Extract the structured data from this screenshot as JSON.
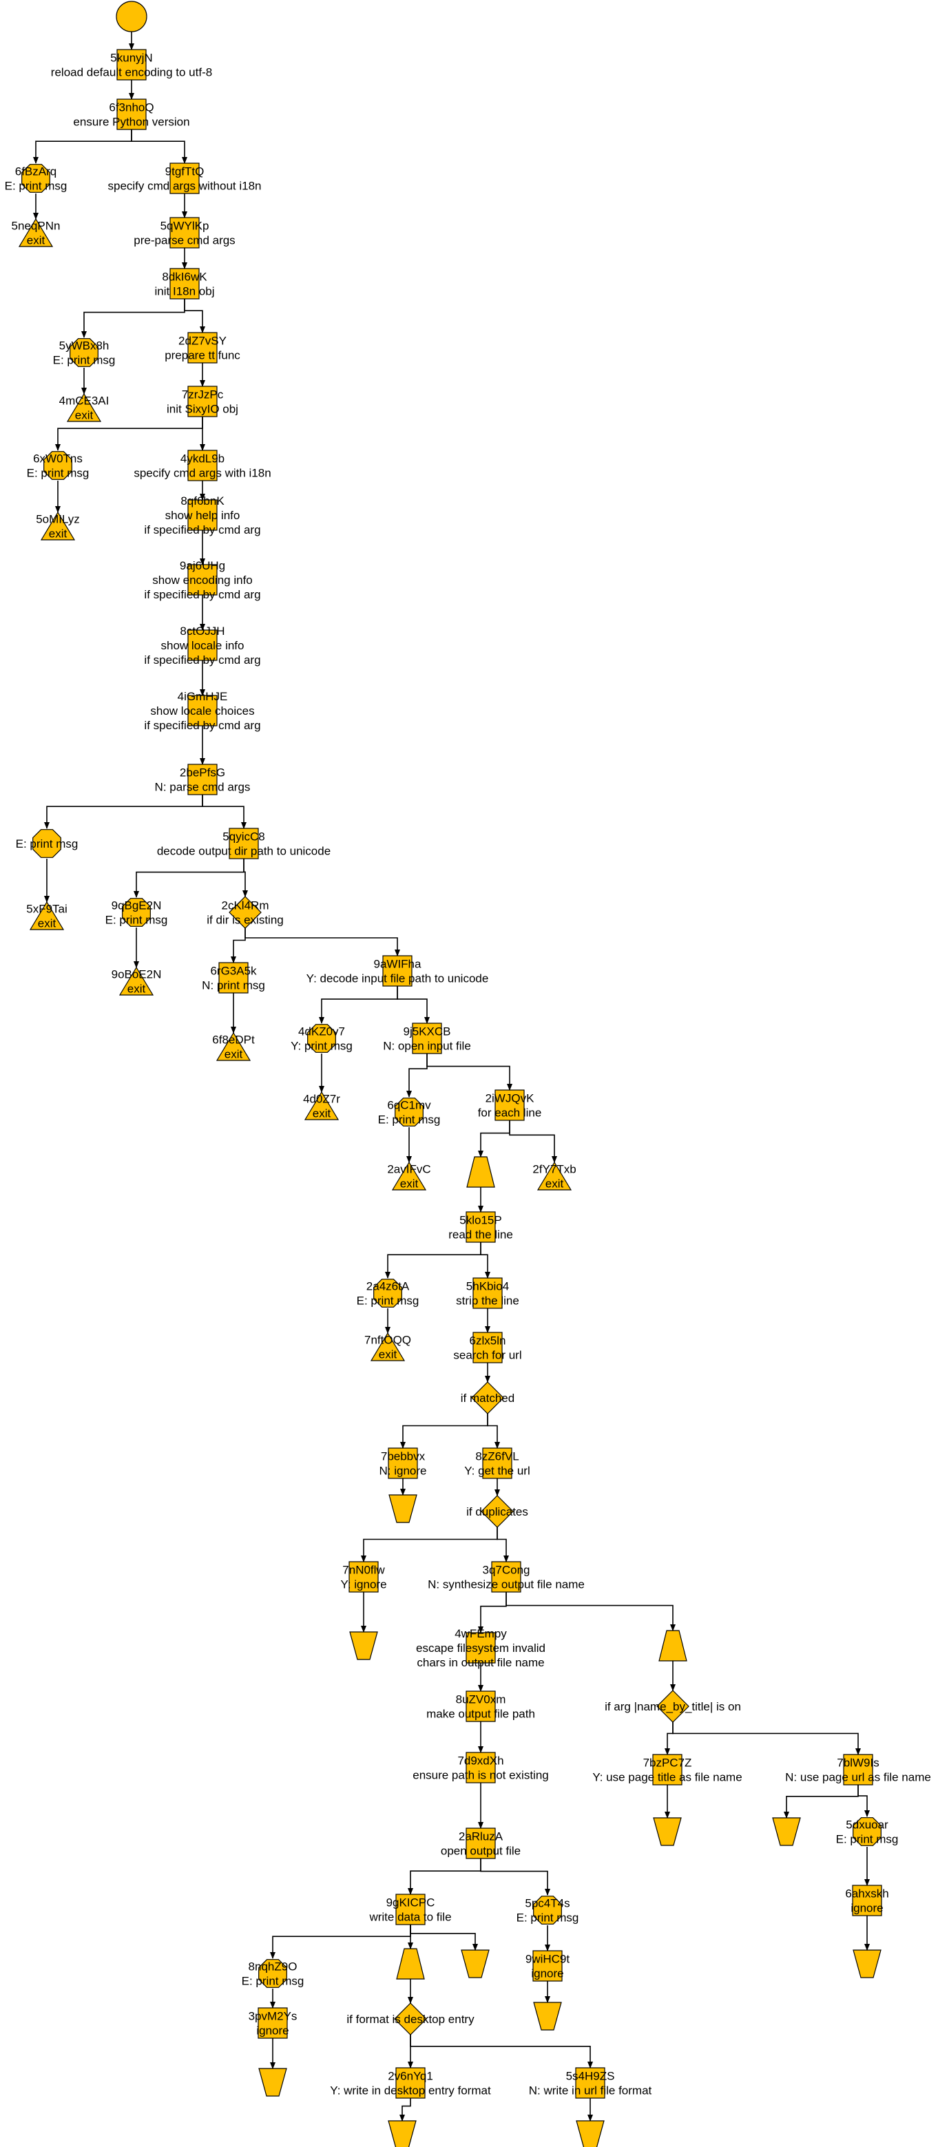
{
  "nodes": [
    {
      "id": "start",
      "shape": "circle",
      "lines": []
    },
    {
      "id": "n1",
      "shape": "rect",
      "lines": [
        "5kunyjN",
        "reload default encoding to utf-8"
      ]
    },
    {
      "id": "n2",
      "shape": "rect",
      "lines": [
        "6f3nhoQ",
        "ensure Python version"
      ]
    },
    {
      "id": "n3",
      "shape": "octagon",
      "lines": [
        "6fBzArq",
        "E: print msg"
      ]
    },
    {
      "id": "n4",
      "shape": "triangle",
      "lines": [
        "5neqPNn",
        "exit"
      ]
    },
    {
      "id": "n5",
      "shape": "rect",
      "lines": [
        "9tgfTtQ",
        "specify cmd args without i18n"
      ]
    },
    {
      "id": "n6",
      "shape": "rect",
      "lines": [
        "5qWYlKp",
        "pre-parse cmd args"
      ]
    },
    {
      "id": "n7",
      "shape": "rect",
      "lines": [
        "8dkI6wK",
        "init I18n obj"
      ]
    },
    {
      "id": "n8",
      "shape": "octagon",
      "lines": [
        "5yWBx8h",
        "E: print msg"
      ]
    },
    {
      "id": "n9",
      "shape": "triangle",
      "lines": [
        "4mCE3AI",
        "exit"
      ]
    },
    {
      "id": "n10",
      "shape": "rect",
      "lines": [
        "2dZ7vSY",
        "prepare tt func"
      ]
    },
    {
      "id": "n11",
      "shape": "rect",
      "lines": [
        "7zrJzPc",
        "init SixyIO obj"
      ]
    },
    {
      "id": "n12",
      "shape": "octagon",
      "lines": [
        "6xW0Tns",
        "E: print msg"
      ]
    },
    {
      "id": "n13",
      "shape": "triangle",
      "lines": [
        "5oMILyz",
        "exit"
      ]
    },
    {
      "id": "n14",
      "shape": "rect",
      "lines": [
        "4ykdL9b",
        "specify cmd args with i18n"
      ]
    },
    {
      "id": "n15",
      "shape": "rect",
      "lines": [
        "8qf6bnK",
        "show help info",
        "if specified by cmd arg"
      ]
    },
    {
      "id": "n16",
      "shape": "rect",
      "lines": [
        "9aj6UHg",
        "show encoding info",
        "if specified by cmd arg"
      ]
    },
    {
      "id": "n17",
      "shape": "rect",
      "lines": [
        "8ctOJJH",
        "show locale info",
        "if specified by cmd arg"
      ]
    },
    {
      "id": "n18",
      "shape": "rect",
      "lines": [
        "4iGmHJE",
        "show locale choices",
        "if specified by cmd arg"
      ]
    },
    {
      "id": "n19",
      "shape": "rect",
      "lines": [
        "2bePfsG",
        "N: parse cmd args"
      ]
    },
    {
      "id": "n20",
      "shape": "octagon",
      "lines": [
        "E: print msg"
      ]
    },
    {
      "id": "n21",
      "shape": "triangle",
      "lines": [
        "5xF9Tai",
        "exit"
      ]
    },
    {
      "id": "n22",
      "shape": "rect",
      "lines": [
        "5qyicC8",
        "decode output dir path to unicode"
      ]
    },
    {
      "id": "n23",
      "shape": "octagon",
      "lines": [
        "9qBgE2N",
        "E: print msg"
      ]
    },
    {
      "id": "n24",
      "shape": "triangle",
      "lines": [
        "9oBoE2N",
        "exit"
      ]
    },
    {
      "id": "n25",
      "shape": "diamond",
      "lines": [
        "2cKl4Rm",
        "if dir is existing"
      ]
    },
    {
      "id": "n26",
      "shape": "rect",
      "lines": [
        "6rG3A5k",
        "N: print msg"
      ]
    },
    {
      "id": "n27",
      "shape": "triangle",
      "lines": [
        "6f8eDPt",
        "exit"
      ]
    },
    {
      "id": "n28",
      "shape": "rect",
      "lines": [
        "9aWIFha",
        "Y: decode input file path to unicode"
      ]
    },
    {
      "id": "n29",
      "shape": "octagon",
      "lines": [
        "4dKZ0v7",
        "Y: print msg"
      ]
    },
    {
      "id": "n30",
      "shape": "triangle",
      "lines": [
        "4d0Z7r",
        "exit"
      ]
    },
    {
      "id": "n31",
      "shape": "rect",
      "lines": [
        "9j5KXCB",
        "N: open input file"
      ]
    },
    {
      "id": "n32",
      "shape": "octagon",
      "lines": [
        "6qC1mv",
        "E: print msg"
      ]
    },
    {
      "id": "n33",
      "shape": "triangle",
      "lines": [
        "2avIFvC",
        "exit"
      ]
    },
    {
      "id": "n34",
      "shape": "rect",
      "lines": [
        "2iWJQvK",
        "for each line"
      ]
    },
    {
      "id": "n35",
      "shape": "loopstart",
      "lines": []
    },
    {
      "id": "n36",
      "shape": "triangle",
      "lines": [
        "2fY7Txb",
        "exit"
      ]
    },
    {
      "id": "n37",
      "shape": "rect",
      "lines": [
        "5klo15P",
        "read the line"
      ]
    },
    {
      "id": "n38",
      "shape": "octagon",
      "lines": [
        "2a4z6tA",
        "E: print msg"
      ]
    },
    {
      "id": "n39",
      "shape": "triangle",
      "lines": [
        "7nftOQQ",
        "exit"
      ]
    },
    {
      "id": "n40",
      "shape": "rect",
      "lines": [
        "5hKbio4",
        "strip the line"
      ]
    },
    {
      "id": "n41",
      "shape": "rect",
      "lines": [
        "6zlx5ln",
        "search for url"
      ]
    },
    {
      "id": "n42",
      "shape": "diamond",
      "lines": [
        "if matched"
      ]
    },
    {
      "id": "n43",
      "shape": "rect",
      "lines": [
        "7bebbvx",
        "N: ignore"
      ]
    },
    {
      "id": "n44",
      "shape": "loopend",
      "lines": []
    },
    {
      "id": "n45",
      "shape": "rect",
      "lines": [
        "8zZ6fVL",
        "Y: get the url"
      ]
    },
    {
      "id": "n46",
      "shape": "diamond",
      "lines": [
        "if duplicates"
      ]
    },
    {
      "id": "n47",
      "shape": "rect",
      "lines": [
        "7nN0flw",
        "Y: ignore"
      ]
    },
    {
      "id": "n48",
      "shape": "loopend",
      "lines": []
    },
    {
      "id": "n49",
      "shape": "rect",
      "lines": [
        "3q7Cong",
        "N: synthesize output file name"
      ]
    },
    {
      "id": "n50",
      "shape": "rect",
      "lines": [
        "4wFEmpy",
        "escape filesystem invalid",
        "chars in output file name"
      ]
    },
    {
      "id": "n51",
      "shape": "loopstart",
      "lines": []
    },
    {
      "id": "n52",
      "shape": "diamond",
      "lines": [
        "if arg |name_by_title| is on"
      ]
    },
    {
      "id": "n53",
      "shape": "rect",
      "lines": [
        "8uZV0xm",
        "make output file path"
      ]
    },
    {
      "id": "n54",
      "shape": "rect",
      "lines": [
        "7d9xdXh",
        "ensure path is not existing"
      ]
    },
    {
      "id": "n55",
      "shape": "rect",
      "lines": [
        "7bzPC7Z",
        "Y: use page title as file name"
      ]
    },
    {
      "id": "n56",
      "shape": "loopend",
      "lines": []
    },
    {
      "id": "n57",
      "shape": "rect",
      "lines": [
        "7blW9Is",
        "N: use page url as file name"
      ]
    },
    {
      "id": "n58",
      "shape": "loopend",
      "lines": []
    },
    {
      "id": "n59",
      "shape": "octagon",
      "lines": [
        "5dxuoar",
        "E: print msg"
      ]
    },
    {
      "id": "n60",
      "shape": "rect",
      "lines": [
        "2aRluzA",
        "open output file"
      ]
    },
    {
      "id": "n61",
      "shape": "rect",
      "lines": [
        "6ahxskh",
        "ignore"
      ]
    },
    {
      "id": "n62",
      "shape": "loopend",
      "lines": []
    },
    {
      "id": "n63",
      "shape": "rect",
      "lines": [
        "9gKICPC",
        "write data to file"
      ]
    },
    {
      "id": "n64",
      "shape": "octagon",
      "lines": [
        "5pc4T4s",
        "E: print msg"
      ]
    },
    {
      "id": "n65",
      "shape": "octagon",
      "lines": [
        "8nqhZ9O",
        "E: print msg"
      ]
    },
    {
      "id": "n66",
      "shape": "loopstart",
      "lines": []
    },
    {
      "id": "n67",
      "shape": "loopend",
      "lines": []
    },
    {
      "id": "n68",
      "shape": "rect",
      "lines": [
        "9wiHC9t",
        "ignore"
      ]
    },
    {
      "id": "n69",
      "shape": "rect",
      "lines": [
        "3pvM2Ys",
        "ignore"
      ]
    },
    {
      "id": "n70",
      "shape": "diamond",
      "lines": [
        "if format is desktop entry"
      ]
    },
    {
      "id": "n71",
      "shape": "loopend",
      "lines": []
    },
    {
      "id": "n72",
      "shape": "loopend",
      "lines": []
    },
    {
      "id": "n73",
      "shape": "rect",
      "lines": [
        "2v6nYq1",
        "Y: write in desktop entry format"
      ]
    },
    {
      "id": "n74",
      "shape": "rect",
      "lines": [
        "5s4H9ZS",
        "N: write in url file format"
      ]
    },
    {
      "id": "n75",
      "shape": "loopend",
      "lines": []
    },
    {
      "id": "n76",
      "shape": "loopend",
      "lines": []
    }
  ]
}
